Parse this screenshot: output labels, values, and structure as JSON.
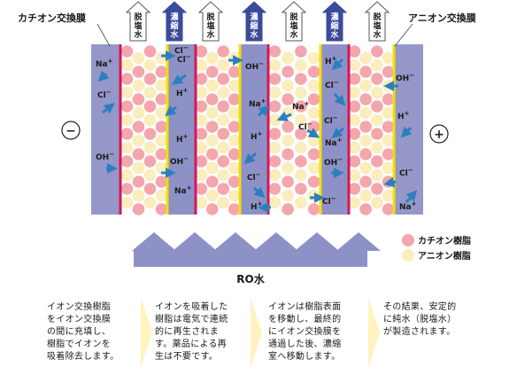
{
  "labels": {
    "cation_membrane": "カチオン交換膜",
    "anion_membrane": "アニオン交換膜",
    "minus": "−",
    "plus": "+",
    "inlet": "RO水"
  },
  "outlets": [
    {
      "type": "desalt",
      "lines": [
        "脱",
        "塩",
        "水"
      ]
    },
    {
      "type": "conc",
      "lines": [
        "濃",
        "縮",
        "水"
      ]
    },
    {
      "type": "desalt",
      "lines": [
        "脱",
        "塩",
        "水"
      ]
    },
    {
      "type": "conc",
      "lines": [
        "濃",
        "縮",
        "水"
      ]
    },
    {
      "type": "desalt",
      "lines": [
        "脱",
        "塩",
        "水"
      ]
    },
    {
      "type": "conc",
      "lines": [
        "濃",
        "縮",
        "水"
      ]
    },
    {
      "type": "desalt",
      "lines": [
        "脱",
        "塩",
        "水"
      ]
    }
  ],
  "legend": {
    "cation_resin": "カチオン樹脂",
    "anion_resin": "アニオン樹脂"
  },
  "ions": {
    "na": "Na",
    "h": "H",
    "cl": "Cl",
    "oh": "OH",
    "plus_sup": "+",
    "minus_sup": "−"
  },
  "steps": [
    [
      "イオン交換樹脂",
      "をイオン交換膜",
      "の間に充填し、",
      "樹脂でイオンを",
      "吸着除去します。"
    ],
    [
      "イオンを吸着した",
      "樹脂は電気で連続",
      "的に再生されま",
      "す。薬品による再",
      "生は不要です。"
    ],
    [
      "イオンは樹脂表面",
      "を移動し、最終的",
      "にイオン交換膜を",
      "通過した後、濃縮",
      "室へ移動します。"
    ],
    [
      "その結果、安定的",
      "に純水（脱塩水）",
      "が製造されます。"
    ]
  ],
  "colors": {
    "electrode": "#9497c8",
    "membrane_panel": "#8d91c6",
    "cation_membrane_line": "#d4175c",
    "anion_membrane_line": "#f2e000",
    "cation_resin": "#f3a7ad",
    "anion_resin": "#fbedbc",
    "arrow": "#2c7fbf",
    "desalt_outlet": "#ffffff",
    "conc_outlet": "#3c4a9a",
    "inlet_arrow": "#8d91c6",
    "step_chevron": "#fff3c0"
  }
}
